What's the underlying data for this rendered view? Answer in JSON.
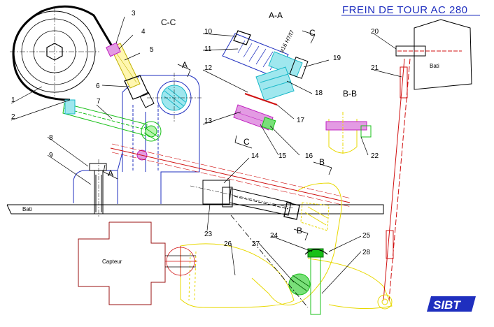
{
  "title": "FREIN DE TOUR AC 280",
  "sections": {
    "cc": "C-C",
    "aa": "A-A",
    "bb": "B-B"
  },
  "section_marks": {
    "a": "A",
    "b": "B",
    "c": "C"
  },
  "labels": {
    "bati": "Bati",
    "bati_right": "Bati",
    "capteur": "Capteur",
    "tolerance": "ø16 H7/f7",
    "logo": "SIBT"
  },
  "callouts": [
    "1",
    "2",
    "3",
    "4",
    "5",
    "6",
    "7",
    "8",
    "9",
    "10",
    "11",
    "12",
    "13",
    "14",
    "15",
    "16",
    "17",
    "18",
    "19",
    "20",
    "21",
    "22",
    "23",
    "24",
    "25",
    "26",
    "27",
    "28"
  ],
  "colors": {
    "blue": "#1f2fbf",
    "red": "#d01010",
    "yellow": "#f2e600",
    "green": "#18c018",
    "cyan": "#18b8c8",
    "magenta": "#c020c0",
    "darkred": "#9a1010",
    "black": "#000000"
  }
}
